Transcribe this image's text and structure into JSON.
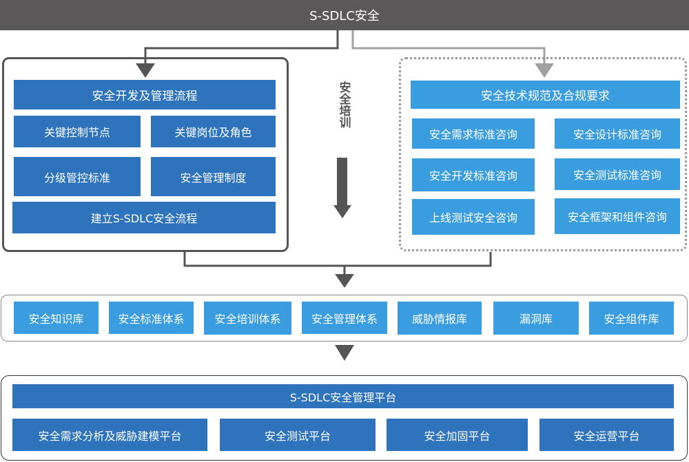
{
  "title": "S-SDLC安全",
  "training_label": "安全培训",
  "left_panel": {
    "header": "安全开发及管理流程",
    "items": [
      "关键控制节点",
      "关键岗位及角色",
      "分级管控标准",
      "安全管理制度"
    ],
    "footer": "建立S-SDLC安全流程"
  },
  "right_panel": {
    "header": "安全技术规范及合规要求",
    "items": [
      "安全需求标准咨询",
      "安全设计标准咨询",
      "安全开发标准咨询",
      "安全测试标准咨询",
      "上线测试安全咨询",
      "安全框架和组件咨询"
    ]
  },
  "middle_row": {
    "items": [
      "安全知识库",
      "安全标准体系",
      "安全培训体系",
      "安全管理体系",
      "威胁情报库",
      "漏洞库",
      "安全组件库"
    ]
  },
  "platform": {
    "header": "S-SDLC安全管理平台",
    "items": [
      "安全需求分析及威胁建模平台",
      "安全测试平台",
      "安全加固平台",
      "安全运营平台"
    ]
  },
  "colors": {
    "title_bar": "#5a5859",
    "dark_blue": "#2e74bd",
    "light_blue": "#3a9de0",
    "arrow_dark": "#555555",
    "arrow_light": "#a0a0a0"
  }
}
